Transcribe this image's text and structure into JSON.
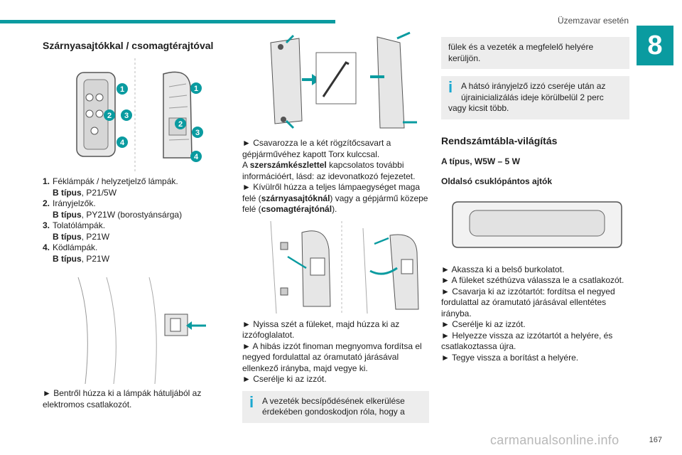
{
  "header": {
    "section": "Üzemzavar esetén",
    "chapter_number": "8",
    "page_number": "167"
  },
  "watermark": "carmanualsonline.info",
  "col1": {
    "title": "Szárnyasajtókkal / csomagtérajtóval",
    "figure_callouts": [
      "1",
      "2",
      "3",
      "4"
    ],
    "items": [
      {
        "num": "1.",
        "label": "Féklámpák / helyzetjelző lámpák.",
        "type_bold": "B típus",
        "type_rest": ", P21/5W"
      },
      {
        "num": "2.",
        "label": "Irányjelzők.",
        "type_bold": "B típus",
        "type_rest": ", PY21W (borostyánsárga)"
      },
      {
        "num": "3.",
        "label": "Tolatólámpák.",
        "type_bold": "B típus",
        "type_rest": ", P21W"
      },
      {
        "num": "4.",
        "label": "Ködlámpák.",
        "type_bold": "B típus",
        "type_rest": ", P21W"
      }
    ],
    "step": "► Bentről húzza ki a lámpák hátuljából az elektromos csatlakozót."
  },
  "col2": {
    "p1_a": "► Csavarozza le a két rögzítőcsavart a gépjárművéhez kapott Torx kulccsal.",
    "p1_b_pre": "A ",
    "p1_b_bold": "szerszámkészlettel",
    "p1_b_post": " kapcsolatos további információért, lásd: az idevonatkozó fejezetet.",
    "p2_pre": "► Kívülről húzza a teljes lámpaegységet maga felé (",
    "p2_bold1": "szárnyasajtóknál",
    "p2_mid": ") vagy a gépjármű közepe felé (",
    "p2_bold2": "csomagtérajtónál",
    "p2_post": ").",
    "p3": "► Nyissa szét a füleket, majd húzza ki az izzófoglalatot.",
    "p4": "► A hibás izzót finoman megnyomva fordítsa el negyed fordulattal az óramutató járásával ellenkező irányba, majd vegye ki.",
    "p5": "► Cserélje ki az izzót.",
    "info": "A vezeték becsípődésének elkerülése érdekében gondoskodjon róla, hogy a"
  },
  "col3": {
    "cont": "fülek és a vezeték a megfelelő helyére kerüljön.",
    "info": "A hátsó irányjelző izzó cseréje után az újrainicializálás ideje körülbelül 2 perc vagy kicsit több.",
    "h2": "Rendszámtábla-világítás",
    "h3a": "A típus, W5W – 5 W",
    "h3b": "Oldalsó csuklópántos ajtók",
    "steps": [
      "► Akassza ki a belső burkolatot.",
      "► A füleket széthúzva válassza le a csatlakozót.",
      "► Csavarja ki az izzótartót: fordítsa el negyed fordulattal az óramutató járásával ellentétes irányba.",
      "► Cserélje ki az izzót.",
      "► Helyezze vissza az izzótartót a helyére, és csatlakoztassa újra.",
      "► Tegye vissza a borítást a helyére."
    ]
  },
  "colors": {
    "accent": "#0a9ba0",
    "info_icon": "#1ba8d0",
    "info_bg": "#ededed"
  }
}
